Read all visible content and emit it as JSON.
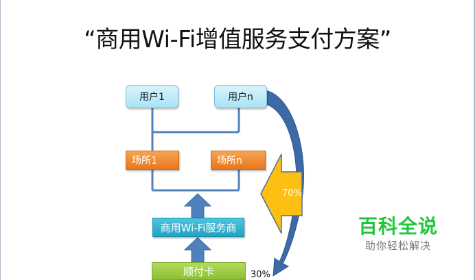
{
  "title": "“商用Wi-Fi增值服务支付方案”",
  "nodes": {
    "user_1": "用户1",
    "user_n": "用户n",
    "venue_1": "场所1",
    "venue_n": "场所n",
    "provider": "商用Wi-Fi服务商",
    "card": "顺付卡"
  },
  "flows": {
    "venue_share": "70%",
    "card_share": "30%"
  },
  "colors": {
    "user_box": "#b8e8f7",
    "venue_box": "#f08a2e",
    "provider_box": "#33b4d4",
    "card_box": "#9ccc45",
    "connector": "#4f81bd",
    "curved_arrow": "#3d6aa6",
    "share_arrow": "#fdc012",
    "brand_green": "#22c63a"
  },
  "watermark": {
    "name": "百科全说",
    "slogan": "助你轻松解决"
  }
}
